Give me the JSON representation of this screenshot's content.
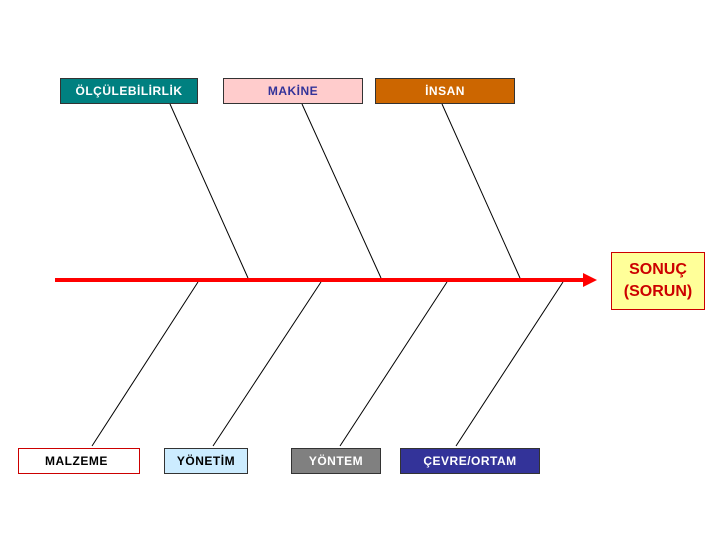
{
  "categories": {
    "top": [
      {
        "id": "olculebilirlik",
        "label": "ÖLÇÜLEBİLİRLİK",
        "color": "#008080"
      },
      {
        "id": "makine",
        "label": "MAKİNE",
        "color": "#ffcccc"
      },
      {
        "id": "insan",
        "label": "İNSAN",
        "color": "#cc6600"
      }
    ],
    "bottom": [
      {
        "id": "malzeme",
        "label": "MALZEME",
        "color": "#ffffff"
      },
      {
        "id": "yonetim",
        "label": "YÖNETİM",
        "color": "#ccecff"
      },
      {
        "id": "yontem",
        "label": "YÖNTEM",
        "color": "#808080"
      },
      {
        "id": "cevre",
        "label": "ÇEVRE/ORTAM",
        "color": "#333399"
      }
    ]
  },
  "result": {
    "line1": "SONUÇ",
    "line2": "(SORUN)",
    "color": "#ffff99",
    "text_color": "#cc0000"
  },
  "spine": {
    "color": "#ff0000"
  }
}
